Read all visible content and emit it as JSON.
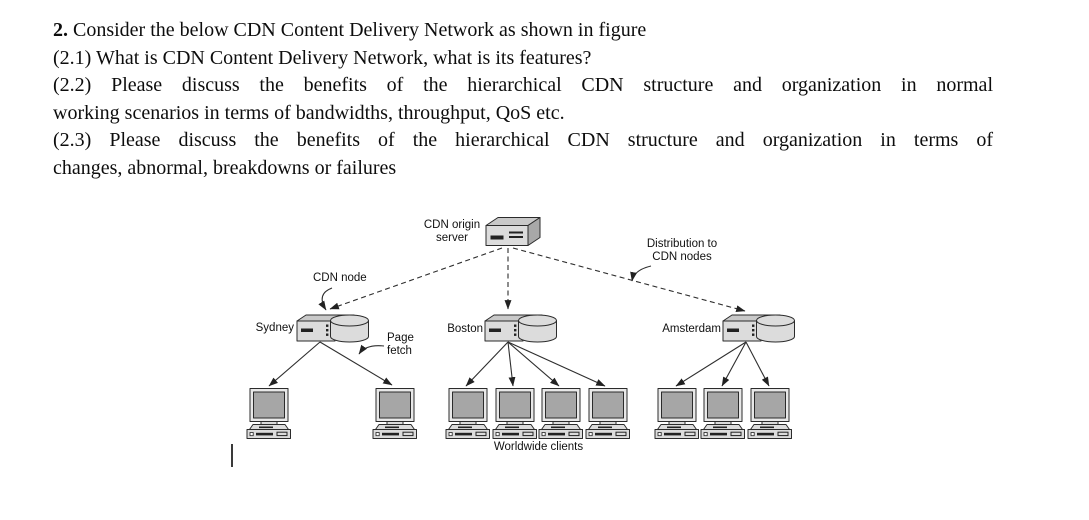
{
  "document": {
    "lines": [
      {
        "prefix": "2.",
        "text": " Consider the below CDN Content Delivery Network as shown in figure"
      },
      {
        "prefix": "",
        "text": "(2.1) What is CDN Content Delivery Network, what is its features?"
      },
      {
        "prefix": "",
        "text": "(2.2) Please discuss the benefits of the hierarchical CDN structure and organization in normal"
      },
      {
        "prefix": "",
        "text": "working scenarios in terms of bandwidths, throughput, QoS etc."
      },
      {
        "prefix": "",
        "text": "(2.3) Please discuss the benefits of the hierarchical CDN structure and organization in terms of"
      },
      {
        "prefix": "",
        "text": "changes, abnormal, breakdowns or failures"
      }
    ]
  },
  "figure": {
    "origin_label": {
      "line1": "CDN origin",
      "line2": "server"
    },
    "distribution_label": {
      "line1": "Distribution to",
      "line2": "CDN nodes"
    },
    "cdn_node_label": "CDN node",
    "page_fetch_label": {
      "line1": "Page",
      "line2": "fetch"
    },
    "worldwide_label": "Worldwide clients",
    "nodes": [
      {
        "name": "Sydney",
        "clients": 2
      },
      {
        "name": "Boston",
        "clients": 4
      },
      {
        "name": "Amsterdam",
        "clients": 3
      }
    ],
    "colors": {
      "outline": "#2b2b2b",
      "fill_light": "#dcdcdc",
      "fill_mid": "#c9c9c9",
      "fill_dark": "#a8a8a8",
      "screen": "#a6a6a6"
    }
  }
}
